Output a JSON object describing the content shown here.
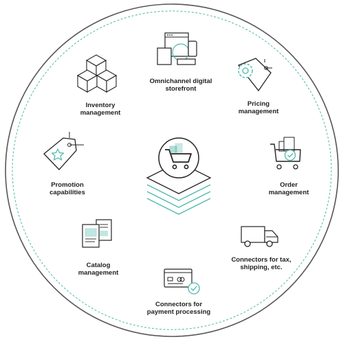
{
  "colors": {
    "accent": "#4db8aa",
    "ink": "#2b2b2b",
    "outer_ring": "#555555"
  },
  "center": {
    "icon": "shopping-cart-icon"
  },
  "capabilities": [
    {
      "id": "omnichannel",
      "icon": "devices-icon",
      "lines": [
        "Omnichannel digital",
        "storefront"
      ]
    },
    {
      "id": "pricing",
      "icon": "price-tag-gear-icon",
      "lines": [
        "Pricing",
        "management"
      ]
    },
    {
      "id": "order",
      "icon": "cart-checkmark-icon",
      "lines": [
        "Order",
        "management"
      ]
    },
    {
      "id": "connectors-tax",
      "icon": "delivery-truck-icon",
      "lines": [
        "Connectors for tax,",
        "shipping, etc."
      ]
    },
    {
      "id": "connectors-payment",
      "icon": "credit-card-check-icon",
      "lines": [
        "Connectors for",
        "payment processing"
      ]
    },
    {
      "id": "catalog",
      "icon": "catalog-pages-icon",
      "lines": [
        "Catalog",
        "management"
      ]
    },
    {
      "id": "promotion",
      "icon": "promo-tag-star-icon",
      "lines": [
        "Promotion",
        "capabilities"
      ]
    },
    {
      "id": "inventory",
      "icon": "stacked-boxes-icon",
      "lines": [
        "Inventory",
        "management"
      ]
    }
  ]
}
